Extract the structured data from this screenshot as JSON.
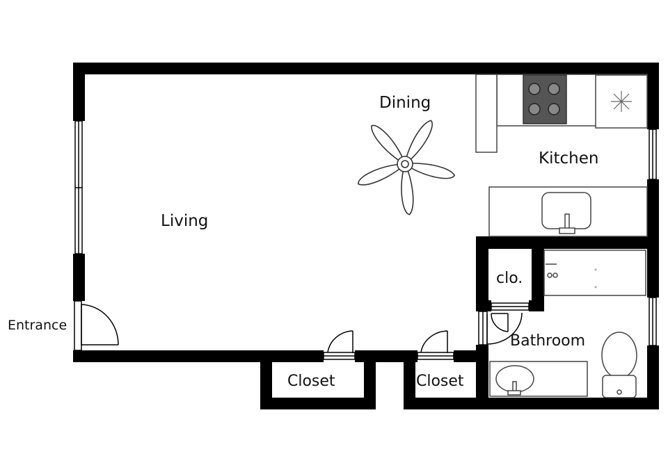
{
  "plan": {
    "rooms": {
      "living": "Living",
      "dining": "Dining",
      "kitchen": "Kitchen",
      "closet_left": "Closet",
      "closet_right": "Closet",
      "clo": "clo.",
      "bathroom": "Bathroom",
      "entrance": "Entrance"
    },
    "colors": {
      "wall": "#000000",
      "fixture_stroke": "#444444",
      "stove": "#555555",
      "background": "#ffffff"
    },
    "icons": [
      "ceiling-fan-icon",
      "stove-icon",
      "refrigerator-icon",
      "kitchen-sink-icon",
      "bathtub-icon",
      "toilet-icon",
      "bathroom-sink-icon",
      "door-swing-icon",
      "window-icon"
    ]
  }
}
